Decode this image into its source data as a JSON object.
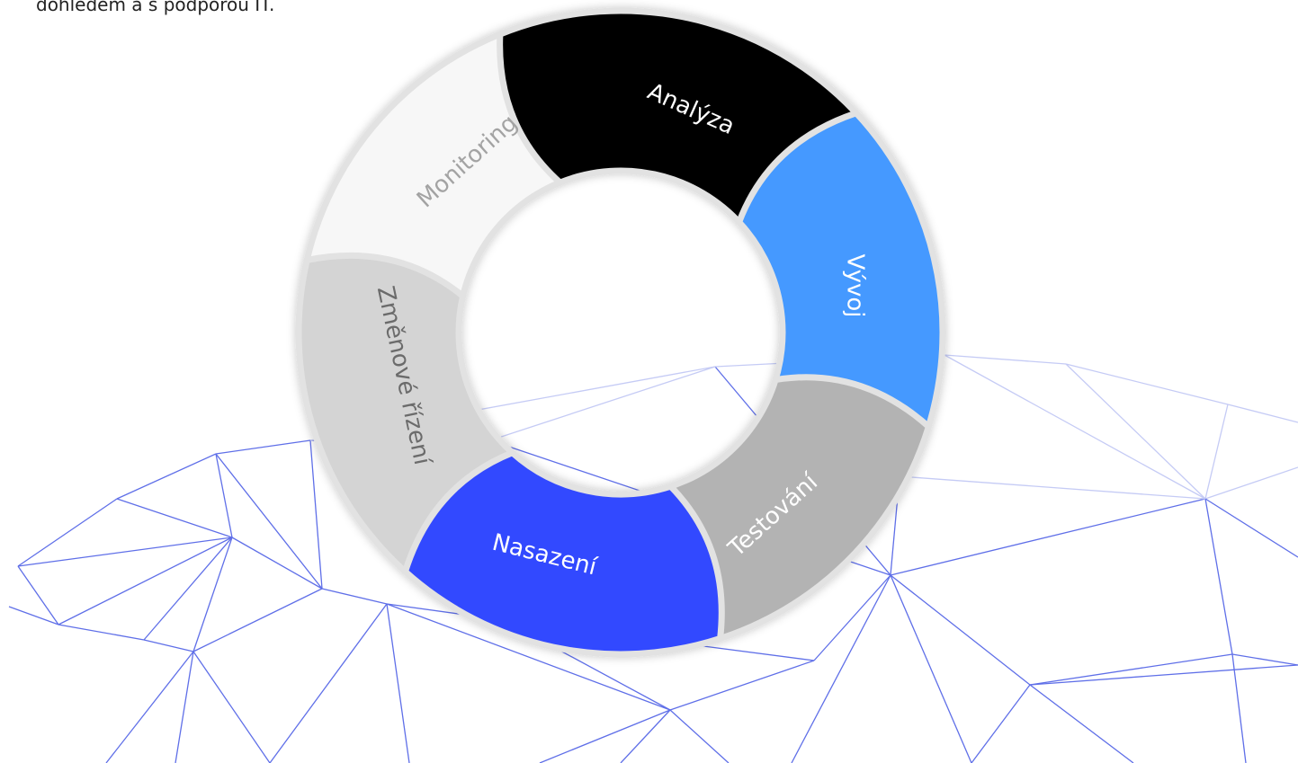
{
  "intro": {
    "text": "dohledem a s podporou IT."
  },
  "cycle": {
    "segments": [
      {
        "key": "analyza",
        "label": "Analýza",
        "fill": "#000000",
        "text_color": "#ffffff"
      },
      {
        "key": "vyvoj",
        "label": "Vývoj",
        "fill": "#4499ff",
        "text_color": "#ffffff"
      },
      {
        "key": "testovani",
        "label": "Testování",
        "fill": "#b3b3b3",
        "text_color": "#ffffff"
      },
      {
        "key": "nasazeni",
        "label": "Nasazení",
        "fill": "#3348ff",
        "text_color": "#ffffff"
      },
      {
        "key": "zmenove-rizeni",
        "label": "Změnové řízení",
        "fill": "#d4d4d4",
        "text_color": "#6b6b6b"
      },
      {
        "key": "monitoring",
        "label": "Monitoring",
        "fill": "#f7f7f7",
        "text_color": "#a3a3a3"
      }
    ]
  },
  "colors": {
    "mesh_line": "#5f6fe8",
    "mesh_line_light": "#c5cbf5"
  }
}
